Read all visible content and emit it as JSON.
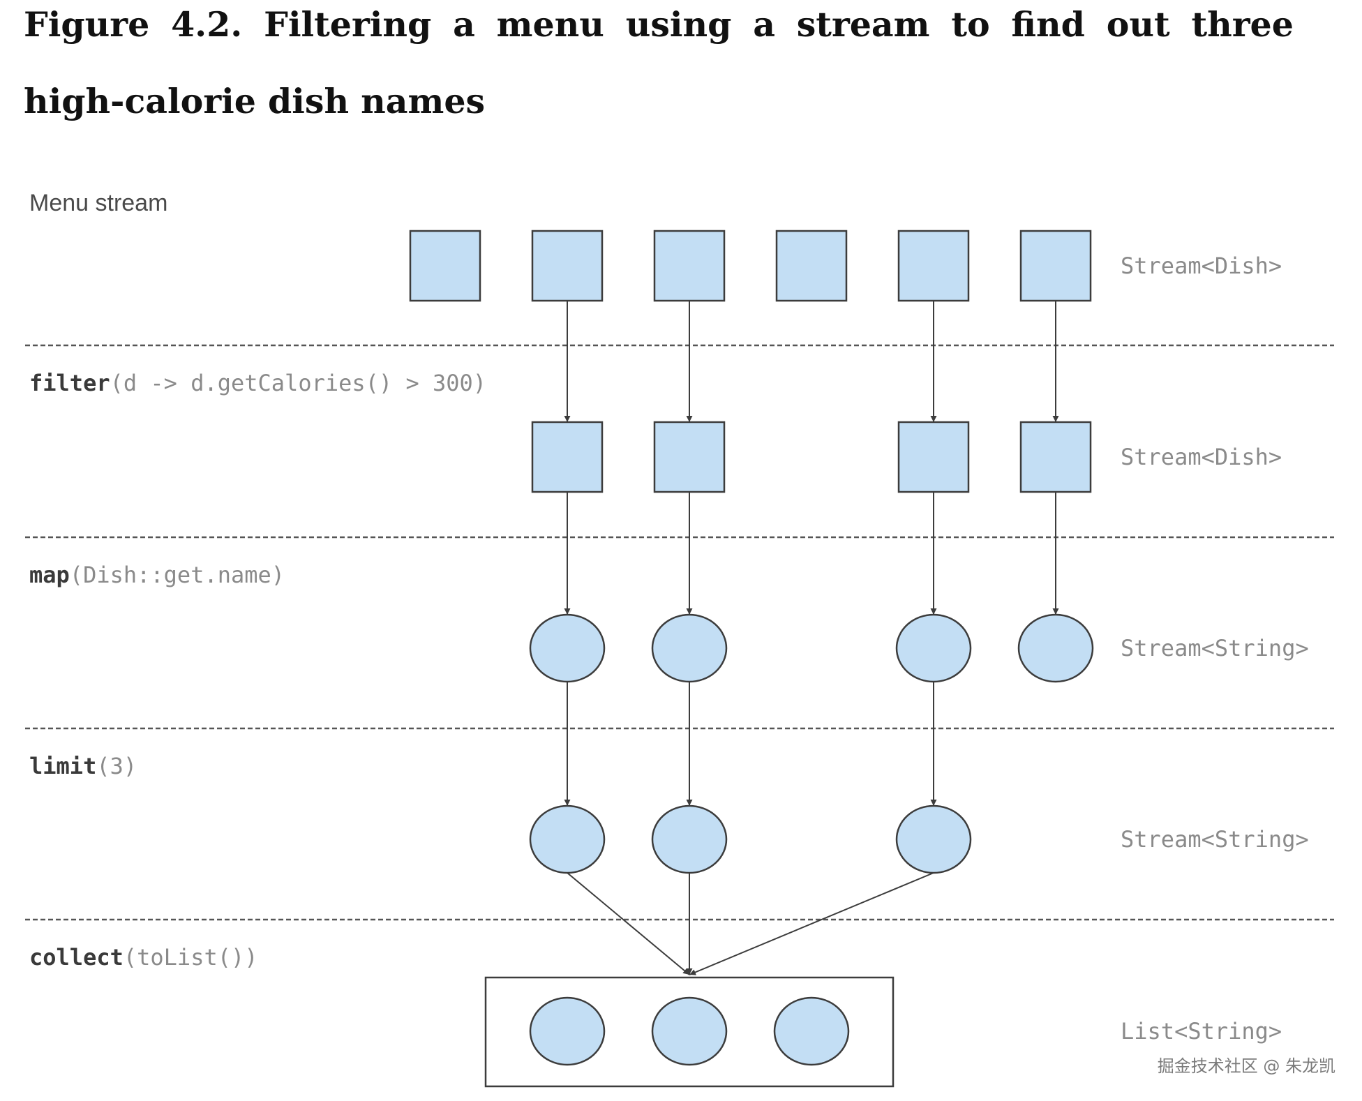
{
  "title": {
    "line1_words": [
      "Figure",
      "4.2.",
      "Filtering",
      "a",
      "menu",
      "using",
      "a",
      "stream",
      "to",
      "find",
      "out",
      "three"
    ],
    "line2": "high-calorie dish names"
  },
  "menu_label": "Menu stream",
  "stages": [
    {
      "op": "",
      "args": "",
      "type_label": "Stream<Dish>",
      "shape": "square",
      "columns": [
        0,
        1,
        2,
        3,
        4,
        5
      ]
    },
    {
      "op": "filter",
      "args": "(d -> d.getCalories() > 300)",
      "type_label": "Stream<Dish>",
      "shape": "square",
      "columns": [
        1,
        2,
        4,
        5
      ]
    },
    {
      "op": "map",
      "args": "(Dish::get.name)",
      "type_label": "Stream<String>",
      "shape": "circle",
      "columns": [
        1,
        2,
        4,
        5
      ]
    },
    {
      "op": "limit",
      "args": "(3)",
      "type_label": "Stream<String>",
      "shape": "circle",
      "columns": [
        1,
        2,
        4
      ]
    },
    {
      "op": "collect",
      "args": "(toList())",
      "type_label": "List<String>",
      "shape": "circle",
      "columns": [
        1,
        2,
        3
      ]
    }
  ],
  "watermark": "掘金技术社区 @ 朱龙凯",
  "colors": {
    "node_fill": "#c3def4",
    "node_stroke": "#3c3c3c",
    "divider": "#555555"
  }
}
